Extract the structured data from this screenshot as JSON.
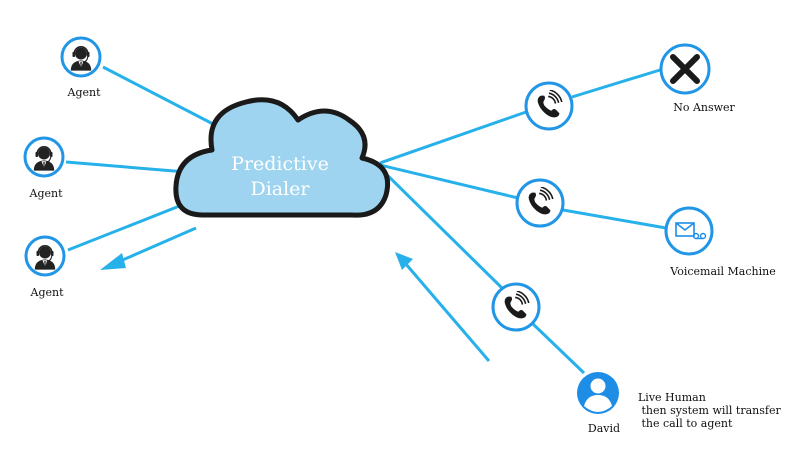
{
  "colors": {
    "accent": "#2196e6",
    "link": "#27b1ea",
    "cloud_fill": "#9ed4ef",
    "cloud_stroke": "#1a1a1a",
    "icon_dark": "#222222",
    "person_blue": "#1e8de6"
  },
  "cloud": {
    "line1": "Predictive",
    "line2": "Dialer"
  },
  "agents": [
    {
      "label": "Agent",
      "icon": "agent-headset-icon"
    },
    {
      "label": "Agent",
      "icon": "agent-headset-icon"
    },
    {
      "label": "Agent",
      "icon": "agent-headset-icon"
    }
  ],
  "outcomes": {
    "no_answer": {
      "label": "No Answer",
      "icon": "x-mark-icon"
    },
    "voicemail": {
      "label": "Voicemail Machine",
      "icon": "voicemail-icon"
    },
    "human": {
      "name": "David",
      "icon": "person-avatar-icon",
      "desc_line1": "Live Human",
      "desc_line2": " then system will transfer",
      "desc_line3": " the call to agent"
    }
  },
  "calls": [
    {
      "icon": "phone-ringing-icon"
    },
    {
      "icon": "phone-ringing-icon"
    },
    {
      "icon": "phone-ringing-icon"
    }
  ]
}
